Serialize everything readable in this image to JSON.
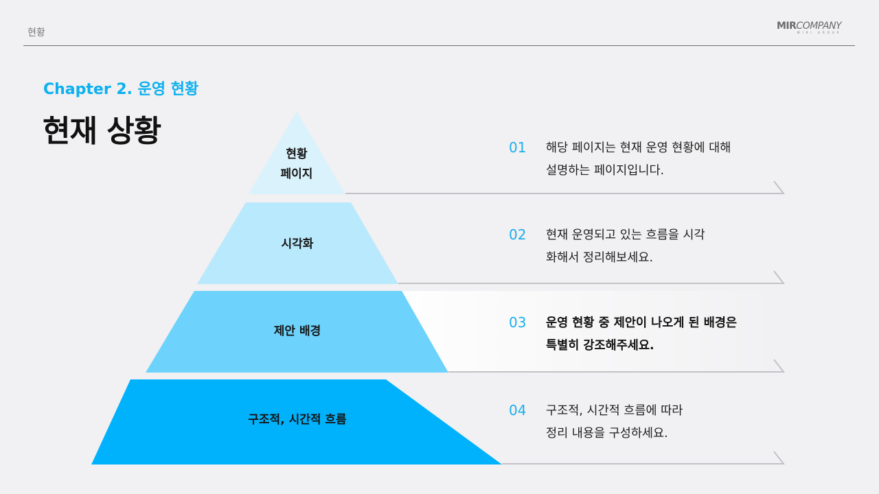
{
  "header": {
    "section_label": "현황",
    "logo": {
      "main_bold": "MIR",
      "main_rest": "COMPANY",
      "sub": "MIRI GROUP"
    }
  },
  "chapter": "Chapter 2. 운영 현황",
  "title": "현재 상황",
  "colors": {
    "accent": "#0bb0f0",
    "layer1": "#daf2fb",
    "layer2": "#b9e9fc",
    "layer3": "#6dd3fc",
    "layer4": "#00b2fc",
    "background": "#f1f0f2",
    "rule": "#c3c1c5"
  },
  "pyramid": {
    "layers": [
      {
        "label_line1": "현황",
        "label_line2": "페이지"
      },
      {
        "label": "시각화"
      },
      {
        "label": "제안 배경"
      },
      {
        "label": "구조적, 시간적 흐름"
      }
    ]
  },
  "descriptions": [
    {
      "num": "01",
      "line1": "해당 페이지는 현재 운영 현황에 대해",
      "line2": "설명하는 페이지입니다.",
      "emphasis": false
    },
    {
      "num": "02",
      "line1": "현재 운영되고 있는 흐름을 시각",
      "line2": "화해서 정리해보세요.",
      "emphasis": false
    },
    {
      "num": "03",
      "line1": "운영 현황 중 제안이 나오게 된 배경은",
      "line2": "특별히 강조해주세요.",
      "emphasis": true
    },
    {
      "num": "04",
      "line1": "구조적, 시간적 흐름에 따라",
      "line2": "정리 내용을 구성하세요.",
      "emphasis": false
    }
  ]
}
